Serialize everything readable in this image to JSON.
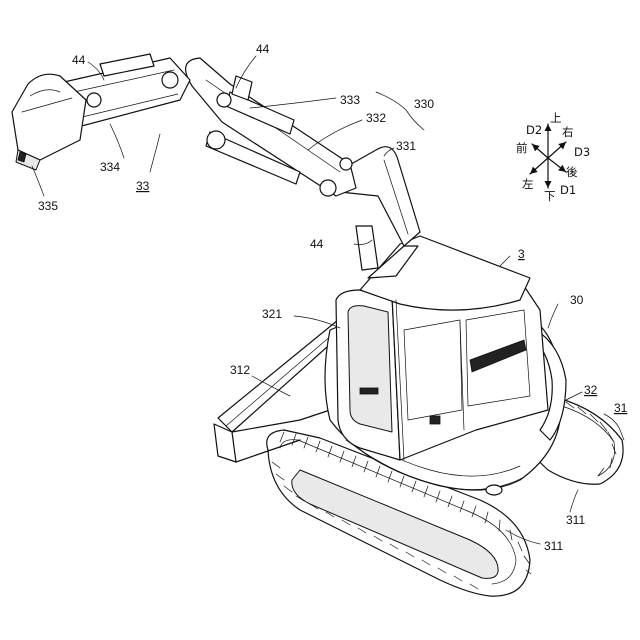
{
  "labels": {
    "l44a": "44",
    "l44b": "44",
    "l44c": "44",
    "l333": "333",
    "l330": "330",
    "l332": "332",
    "l331": "331",
    "l334": "334",
    "l33": "33",
    "l335": "335",
    "l3": "3",
    "l321": "321",
    "l30": "30",
    "l312": "312",
    "l32": "32",
    "l31": "31",
    "l311a": "311",
    "l311b": "311"
  },
  "axes": {
    "up": "上",
    "right": "右",
    "front": "前",
    "back": "後",
    "left": "左",
    "down": "下",
    "d1": "D1",
    "d2": "D2",
    "d3": "D3"
  }
}
